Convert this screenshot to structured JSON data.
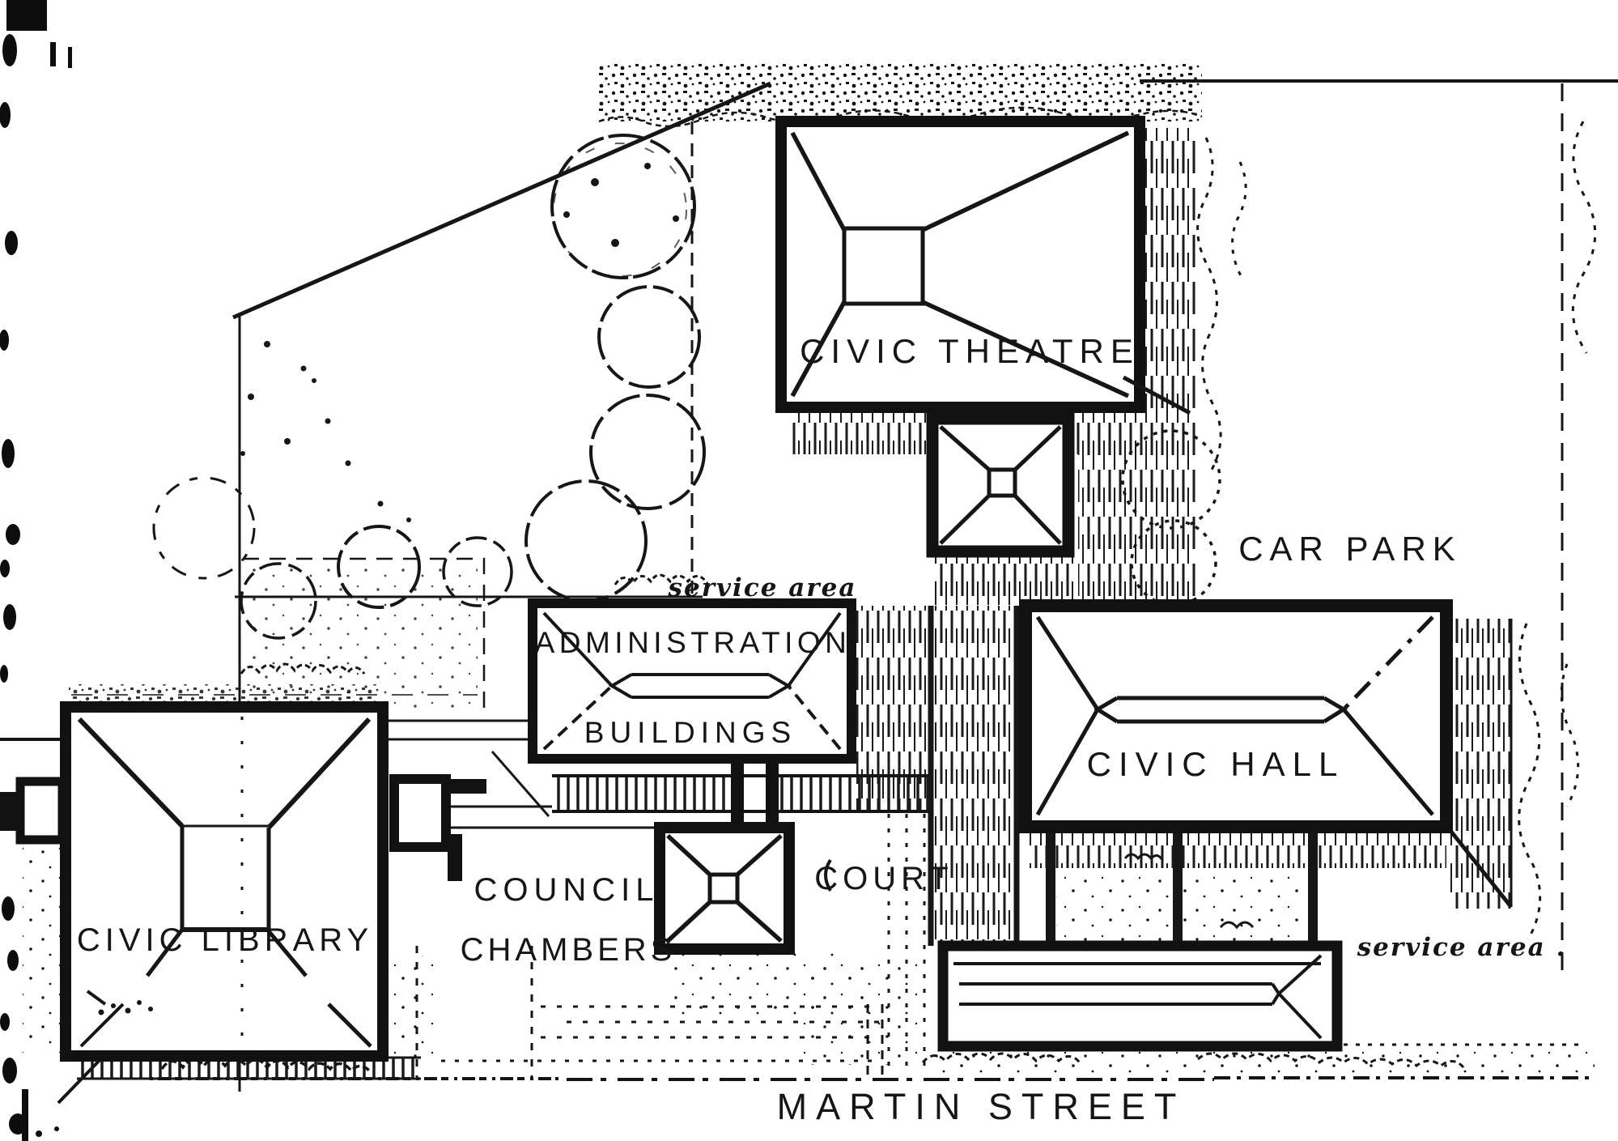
{
  "plan": {
    "labels": {
      "civic_theatre": "CIVIC THEATRE",
      "car_park": "CAR PARK",
      "administration_line1": "ADMINISTRATION",
      "administration_line2": "BUILDINGS",
      "civic_hall": "CIVIC HALL",
      "council_chambers_line1": "COUNCIL",
      "council_chambers_line2": "CHAMBERS",
      "court": "COURT",
      "civic_library": "CIVIC LIBRARY",
      "street": "MARTIN STREET",
      "service_area_admin": "service area",
      "service_area_hall": "service area ."
    },
    "colors": {
      "ink": "#161616",
      "paper": "#ffffff"
    }
  }
}
